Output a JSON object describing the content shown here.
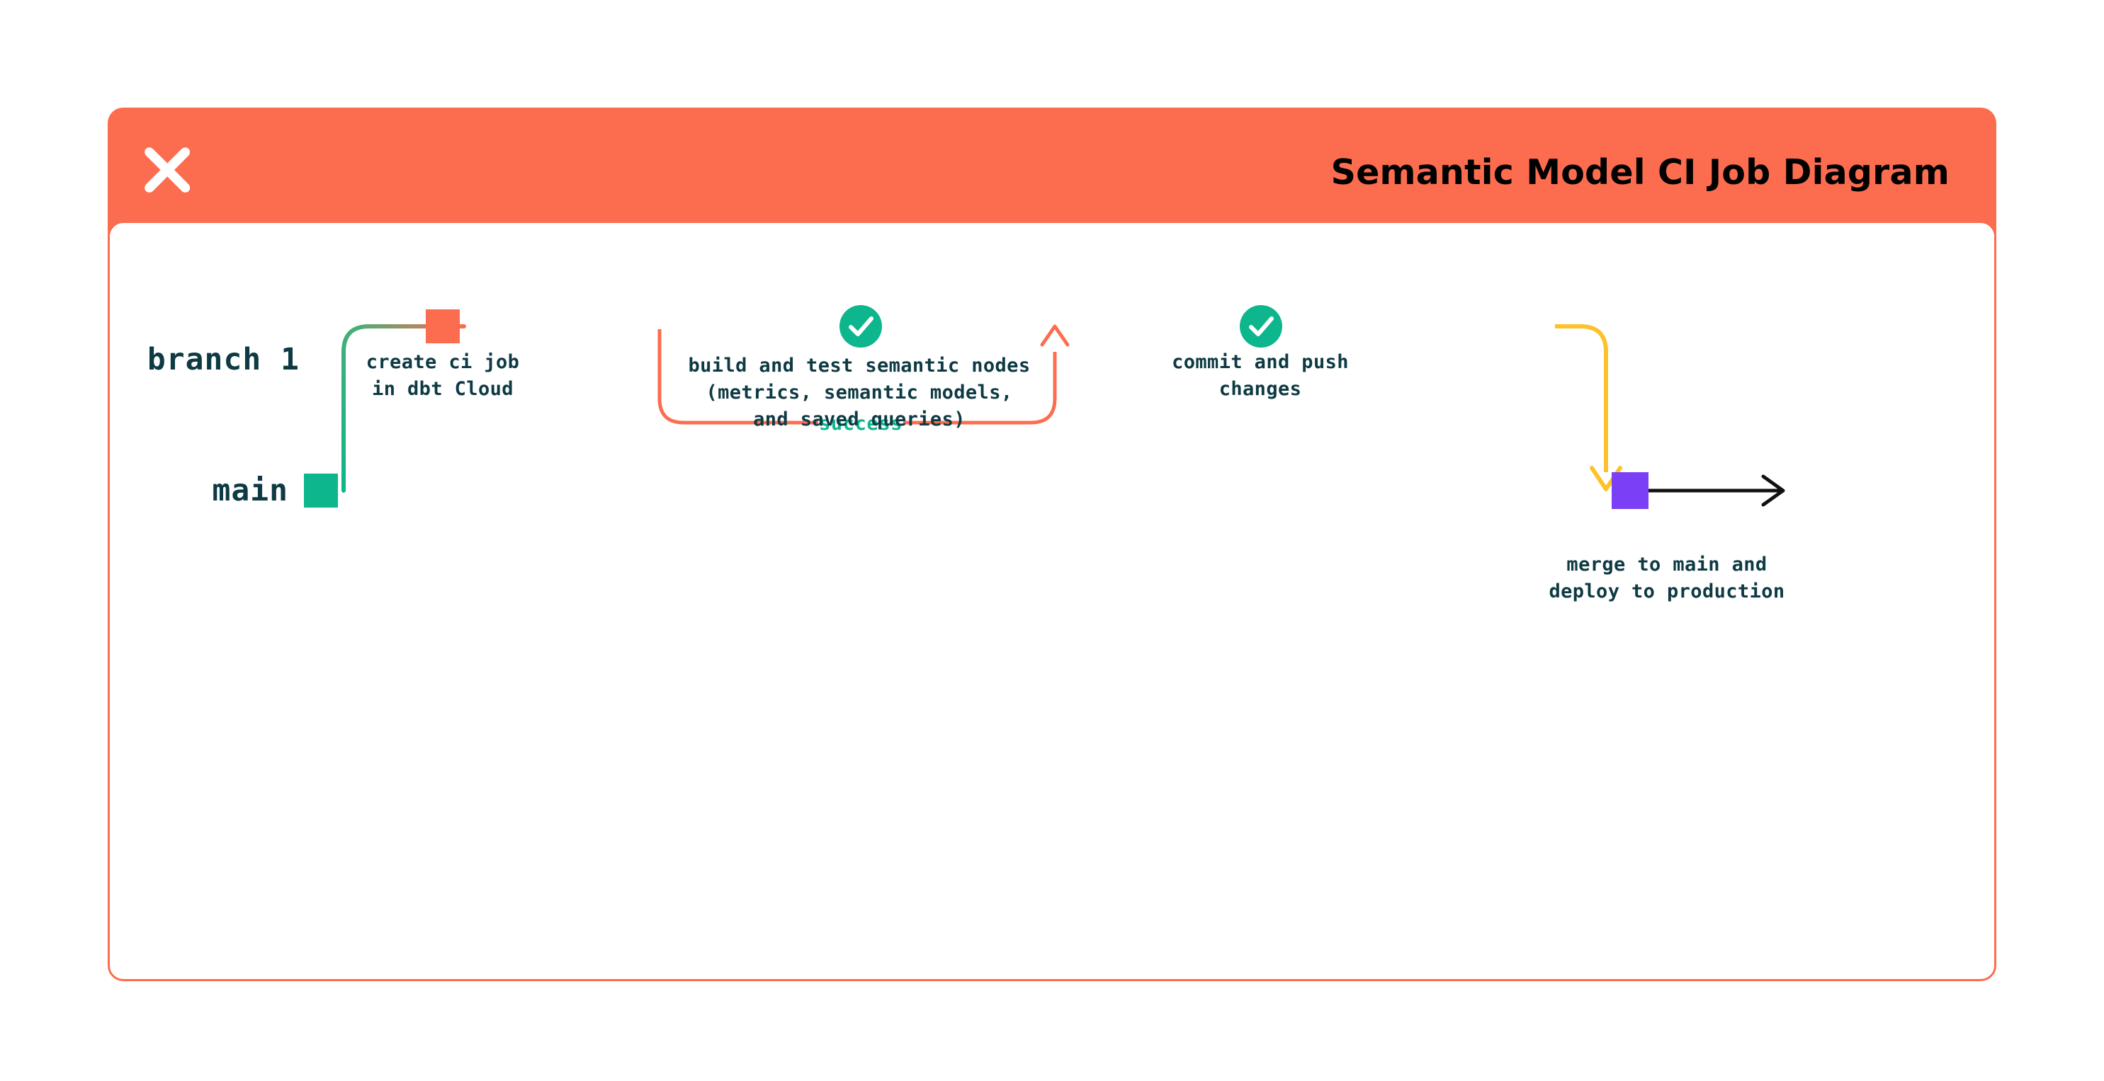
{
  "header": {
    "title": "Semantic Model CI Job Diagram",
    "logo_icon": "dbt-x-logo-icon",
    "background_color": "#FC6D4F",
    "title_color": "#000000"
  },
  "card": {
    "border_color": "#FC6D4F",
    "background_color": "#FFFFFF"
  },
  "diagram": {
    "type": "git-branch-flow",
    "branches": [
      {
        "name": "branch-1",
        "label": "branch 1",
        "line_color_start": "#FC6D4F",
        "line_color_end": "#FDC22B"
      },
      {
        "name": "main",
        "label": "main",
        "line_color": "#0DB68C"
      }
    ],
    "nodes": [
      {
        "id": "main-start",
        "shape": "square",
        "color": "#0DB68C",
        "branch": "main",
        "label": ""
      },
      {
        "id": "create-ci-job",
        "shape": "square",
        "color": "#FC6D4F",
        "branch": "branch-1",
        "label_lines": [
          "create ci job",
          "in dbt Cloud"
        ]
      },
      {
        "id": "build-and-test",
        "shape": "check-circle",
        "color": "#0DB68C",
        "icon": "check-icon",
        "branch": "branch-1",
        "label_lines": [
          "build and test semantic nodes",
          "(metrics, semantic models,",
          "and saved queries)"
        ]
      },
      {
        "id": "commit-and-push",
        "shape": "check-circle",
        "color": "#0DB68C",
        "icon": "check-icon",
        "branch": "branch-1",
        "label_lines": [
          "commit and push",
          "changes"
        ]
      },
      {
        "id": "merge-to-main",
        "shape": "square",
        "color": "#7B40F5",
        "branch": "main",
        "label_lines": [
          "merge to main and",
          "deploy to production"
        ]
      }
    ],
    "edges": [
      {
        "id": "branch-off",
        "from": "main",
        "to": "branch-1",
        "color_start": "#0DB68C",
        "color_end": "#FC6D4F"
      },
      {
        "id": "feedback-loop",
        "label": "success",
        "label_color": "#0DB68C",
        "color": "#FC6D4F",
        "arrow": "up"
      },
      {
        "id": "merge-down",
        "from": "branch-1",
        "to": "main",
        "color": "#FDC22B",
        "arrow": "down"
      },
      {
        "id": "main-continues",
        "color": "#111111",
        "arrow": "right"
      }
    ],
    "label_text_color": "#0E3A43"
  }
}
